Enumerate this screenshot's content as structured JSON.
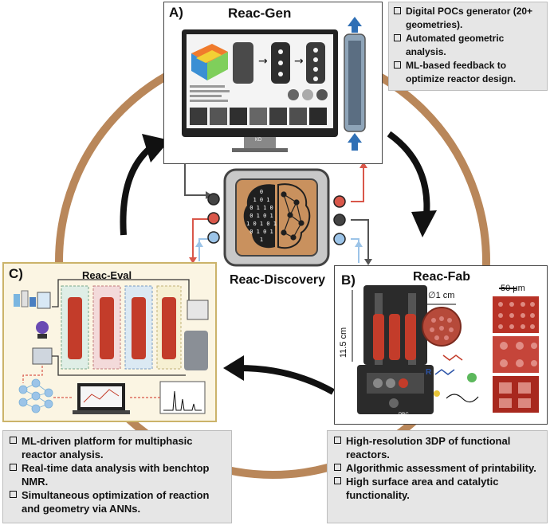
{
  "colors": {
    "ring": "#b9875a",
    "hub": "#c9915e",
    "hub_frame": "#444444",
    "red_node": "#d9574a",
    "dark_node": "#444444",
    "blue_node": "#9cc4e8",
    "eval_bg": "#fbf5e3",
    "eval_border": "#cbb36a",
    "bullet_bg": "#e6e6e6",
    "reactor_red": "#c33c2a",
    "arrow": "#111111"
  },
  "gen": {
    "tag": "A)",
    "title": "Reac-Gen",
    "monitor_brand": "KD",
    "bullets": [
      "Digital POCs generator (20+ geometries).",
      "Automated geometric analysis.",
      "ML-based feedback to optimize reactor design."
    ]
  },
  "hub": {
    "title": "Reac-Discovery",
    "binary": [
      "0",
      "1 0 1",
      "0 1 1 0",
      "0 1 0 1",
      "1 0 1 0 1",
      "0 1 0 1",
      "1"
    ]
  },
  "fab": {
    "tag": "B)",
    "title": "Reac-Fab",
    "diameter_label": "∅1 cm",
    "scale_label": "50 μm",
    "height_label": "11.5 cm",
    "printer_brand": "PRC",
    "molecule_r": "R",
    "bullets": [
      "High-resolution 3DP of functional reactors.",
      "Algorithmic assessment of printability.",
      "High surface area and catalytic functionality."
    ]
  },
  "eval": {
    "tag": "C)",
    "title": "Reac-Eval",
    "bullets": [
      "ML-driven platform for multiphasic reactor analysis.",
      "Real-time data analysis with benchtop NMR.",
      "Simultaneous optimization of reaction and geometry via ANNs."
    ]
  }
}
